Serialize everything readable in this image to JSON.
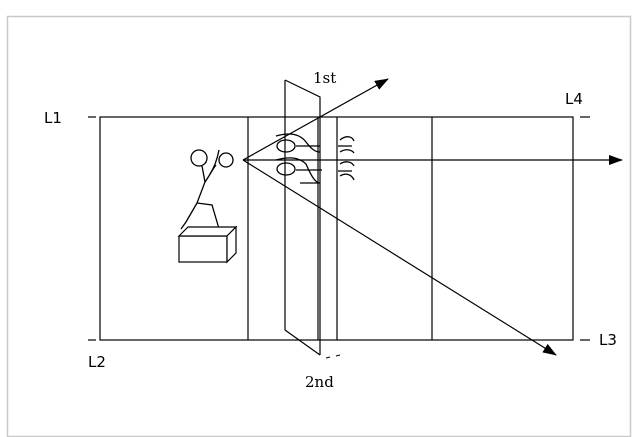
{
  "diagram": {
    "labels": {
      "l1": "L1",
      "l2": "L2",
      "l3": "L3",
      "l4": "L4",
      "first": "1st",
      "second": "2nd"
    },
    "colors": {
      "frame_border": "#c8c8c8",
      "stroke": "#000000",
      "background": "#ffffff"
    }
  }
}
